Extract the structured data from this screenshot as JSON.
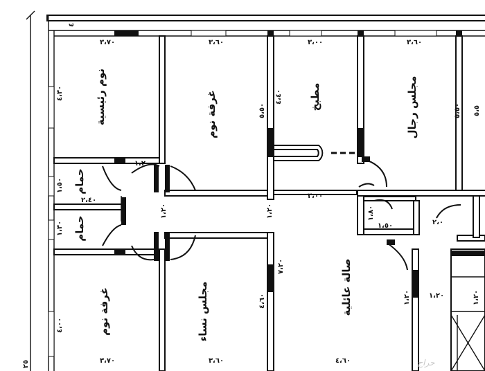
{
  "rooms": {
    "guest_bedroom": "نوم رئيسية",
    "bedroom_top": "غرفة نوم",
    "kitchen": "مطبخ",
    "men_majlis": "مجلس رجال",
    "bath_1": "حمام",
    "bath_2": "حمام",
    "bedroom_bottom": "غرفة نوم",
    "women_majlis": "مجلس نساء",
    "family_hall": "صالة عائلية"
  },
  "dimensions": {
    "top_1": "٣،٧٠",
    "top_2": "٣،٦٠",
    "top_3": "٣،٠٠",
    "top_4": "٣،٦٠",
    "left_room1_h": "٤،٣٠",
    "bed_top_h": "٥،٥٠",
    "kitchen_h": "٤،٤٠",
    "majlis_h": "٥،٥٠",
    "majlis_h2": "٥،٥",
    "corridor_w": "١،٢٠",
    "bath1_h": "١،٥٠",
    "bath1_w": "٢،٤٠",
    "bath2_h": "١،٣٠",
    "hall_vert": "١،٢٠",
    "corridor_h": "٣،٠٠",
    "hall_h": "٧،٢٠",
    "women_h": "٤،٦٠",
    "bed_bottom_h": "٤،٠٠",
    "small_h": "١،٥٠",
    "small_w": "٢،٠",
    "small_v": "١،٨٠",
    "right_v": "١،٢٠",
    "bottom_1": "٣،٧٠",
    "bottom_2": "٣،٦٠",
    "bottom_3": "٤،٦٠",
    "outer_left": "٢٥",
    "top_left_mark": "٤"
  },
  "watermark": "حراج"
}
